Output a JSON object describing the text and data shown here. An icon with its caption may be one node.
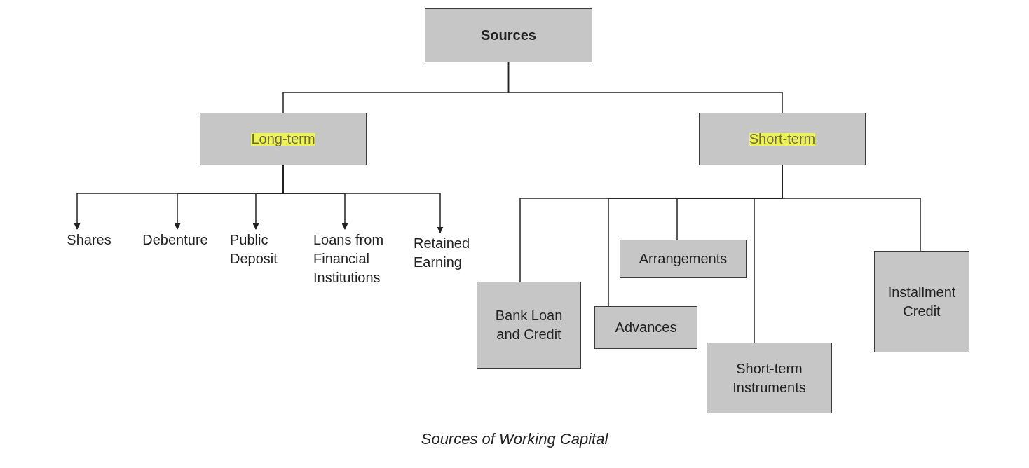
{
  "diagram": {
    "caption": "Sources of Working Capital",
    "nodes": [
      {
        "text": [
          "Sources"
        ]
      },
      {
        "text": [
          "Long-term"
        ]
      },
      {
        "text": [
          "Short-term"
        ]
      },
      {
        "text": [
          "Shares"
        ]
      },
      {
        "text": [
          "Debenture"
        ]
      },
      {
        "text": [
          "Public Deposit"
        ]
      },
      {
        "text": [
          "Loans from Financial Institutions"
        ]
      },
      {
        "text": [
          "Retained Earning"
        ]
      },
      {
        "text": [
          "Bank Loan and Credit"
        ]
      },
      {
        "text": [
          "Advances"
        ]
      },
      {
        "text": [
          "Arrangements"
        ]
      },
      {
        "text": [
          "Short-term Instruments"
        ]
      },
      {
        "text": [
          "Installment Credit"
        ]
      }
    ],
    "edges": [
      {
        "from": 0,
        "to": 1,
        "arrow": "none"
      },
      {
        "from": 0,
        "to": 2,
        "arrow": "none"
      },
      {
        "from": 1,
        "to": 3,
        "arrow": "to"
      },
      {
        "from": 1,
        "to": 4,
        "arrow": "to"
      },
      {
        "from": 1,
        "to": 5,
        "arrow": "to"
      },
      {
        "from": 1,
        "to": 6,
        "arrow": "to"
      },
      {
        "from": 1,
        "to": 7,
        "arrow": "to"
      },
      {
        "from": 2,
        "to": 8,
        "arrow": "none"
      },
      {
        "from": 2,
        "to": 9,
        "arrow": "none"
      },
      {
        "from": 2,
        "to": 10,
        "arrow": "none"
      },
      {
        "from": 2,
        "to": 11,
        "arrow": "none"
      },
      {
        "from": 2,
        "to": 12,
        "arrow": "none"
      }
    ]
  }
}
